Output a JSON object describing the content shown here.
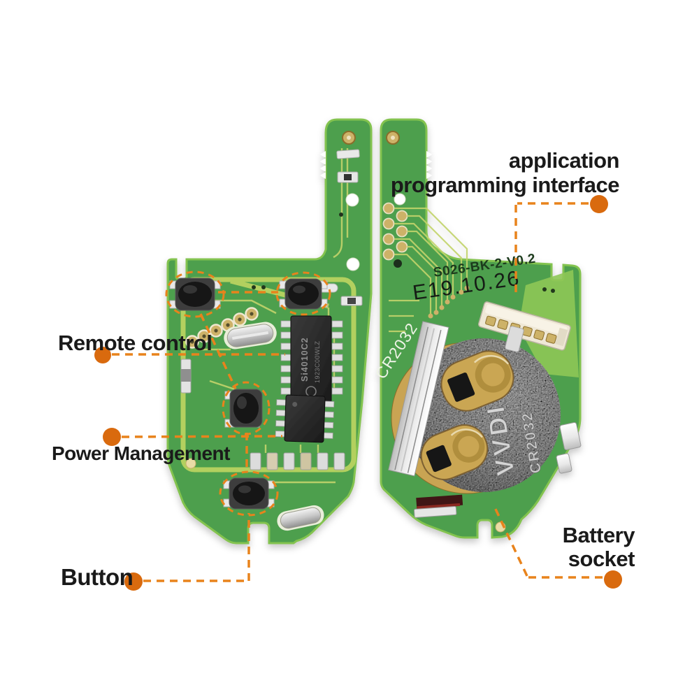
{
  "callouts": {
    "api": {
      "label_line1": "application",
      "label_line2": "programming interface"
    },
    "remote_control": {
      "label": "Remote control"
    },
    "power_management": {
      "label": "Power Management"
    },
    "button": {
      "label": "Button"
    },
    "battery_socket": {
      "label_line1": "Battery",
      "label_line2": "socket"
    }
  },
  "pcb": {
    "left_board": {
      "main_ic_marking_line1": "Si4010C2",
      "main_ic_marking_line2": "1923C00WLZ"
    },
    "right_board": {
      "model_silkscreen": "S026-BK-2-V0.2",
      "date_stamp": "E19.10.26",
      "battery_silkscreen": "CR2032",
      "battery_clip_brand_engraving": "VVDI",
      "battery_clip_type_engraving": "CR2032"
    }
  },
  "colors": {
    "background": "#ffffff",
    "callout_line_orange": "#E8831C",
    "callout_dot_orange": "#D96A0E",
    "label_text": "#1a1a1a",
    "pcb_green": "#4E9F4D",
    "pcb_trace_yellow_green": "#C3D46A",
    "pcb_edge_light_green": "#83C34F",
    "gold_pad": "#C9A452",
    "battery_metal_grey": "#9A9A9A",
    "ic_body_black": "#262626"
  }
}
